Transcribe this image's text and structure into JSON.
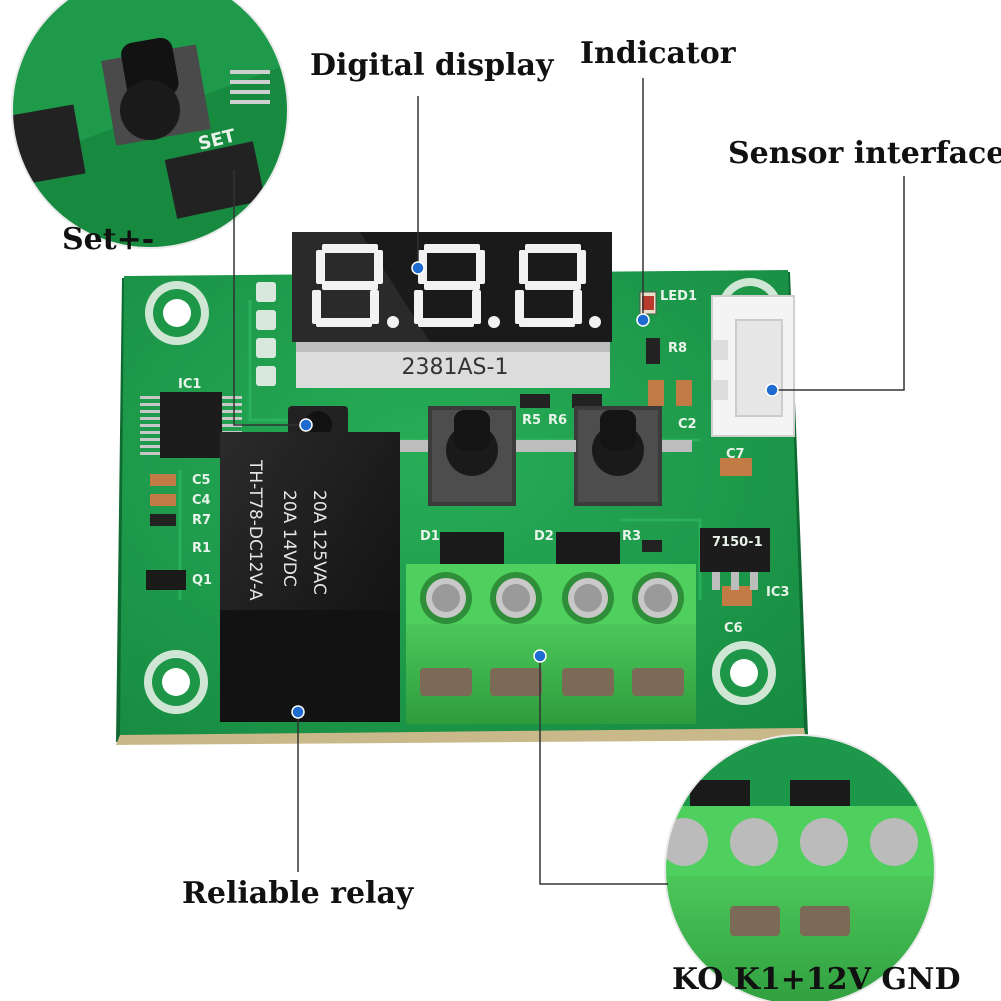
{
  "callouts": {
    "digital_display": "Digital display",
    "indicator": "Indicator",
    "sensor_interface": "Sensor interface",
    "set": "Set+-",
    "relay": "Reliable relay",
    "terminals": "KO K1+12V GND"
  },
  "board": {
    "display_model": "2381AS-1",
    "relay_text_lines": [
      "TH-T78-DC12V-A",
      "20A   14VDC",
      "20A   125VAC"
    ],
    "silk": {
      "ic1": "IC1",
      "ic3": "IC3",
      "c2": "C2",
      "c4": "C4",
      "c5": "C5",
      "c6": "C6",
      "c7": "C7",
      "r1": "R1",
      "r3": "R3",
      "r5": "R5",
      "r6": "R6",
      "r7": "R7",
      "r8": "R8",
      "d1": "D1",
      "d2": "D2",
      "q1": "Q1",
      "led1": "LED1",
      "reg": "7150-1",
      "set": "SET"
    }
  },
  "colors": {
    "pcb": "#1f9e4c",
    "pcb_dark": "#137a38",
    "terminal": "#3fb84d",
    "relay": "#1b1b1b",
    "display_digit": "#f2f2f2"
  }
}
